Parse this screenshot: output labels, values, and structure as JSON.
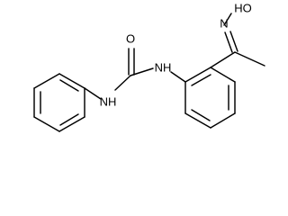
{
  "structure": {
    "labels": {
      "oxime": "HO",
      "oxime_n": "N",
      "carbonyl_o": "O",
      "amide_nh_left": "NH",
      "amide_nh_right": "NH"
    }
  }
}
